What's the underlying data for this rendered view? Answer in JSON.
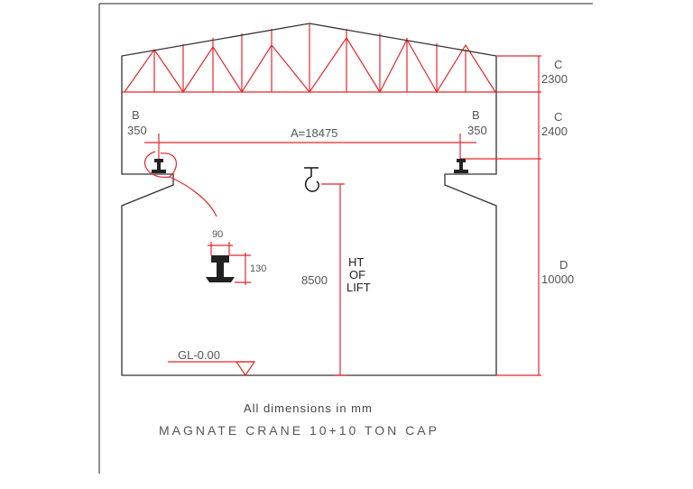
{
  "colors": {
    "outline": "#333333",
    "dimension": "#e8262b",
    "text": "#555555"
  },
  "labels": {
    "c_top_letter": "C",
    "c_top_value": "2300",
    "c_mid_letter": "C",
    "c_mid_value": "2400",
    "b_left_letter": "B",
    "b_left_value": "350",
    "b_right_letter": "B",
    "b_right_value": "350",
    "span": "A=18475",
    "d_letter": "D",
    "d_value": "10000",
    "rail_width": "90",
    "rail_height": "130",
    "lift_value": "8500",
    "lift_line1": "HT",
    "lift_line2": "OF",
    "lift_line3": "LIFT",
    "ground_level": "GL-0.00"
  },
  "caption": {
    "units": "All dimensions in mm",
    "title": "MAGNATE CRANE 10+10 TON CAP"
  },
  "icons": [
    "crane-hook-icon",
    "rail-section-icon",
    "level-marker-icon"
  ]
}
